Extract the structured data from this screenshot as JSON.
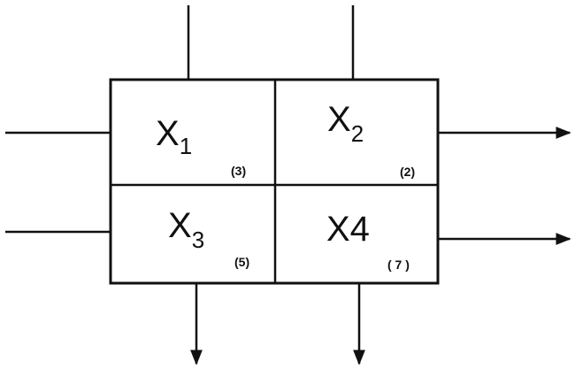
{
  "diagram": {
    "cells": [
      {
        "id": "x1",
        "variable": "X",
        "subscript": "1",
        "count": "(3)"
      },
      {
        "id": "x2",
        "variable": "X",
        "subscript": "2",
        "count": "(2)"
      },
      {
        "id": "x3",
        "variable": "X",
        "subscript": "3",
        "count": "(5)"
      },
      {
        "id": "x4",
        "variable": "X4",
        "subscript": "",
        "count": "( 7 )"
      }
    ]
  }
}
